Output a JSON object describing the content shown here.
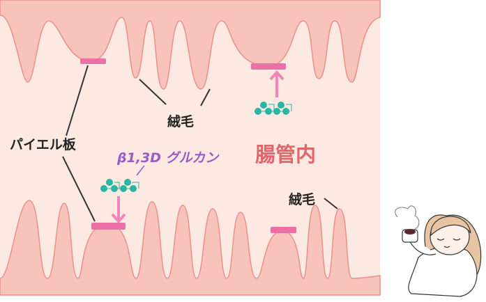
{
  "labels": {
    "peyers_patch": "パイエル板",
    "villus_top": "絨毛",
    "villus_bottom": "絨毛",
    "lumen": "腸管内",
    "glucan": "β1,3D グルカン"
  },
  "colors": {
    "lumen_bg": "#fbe9e2",
    "villus_fill": "#f7c3bb",
    "villus_stroke": "#ec8f8c",
    "patch": "#ec6fa5",
    "arrow": "#f386b6",
    "glucan": "#2bb5a3",
    "lumen_text": "#e5636b",
    "glucan_text": "#9a5bc8"
  }
}
